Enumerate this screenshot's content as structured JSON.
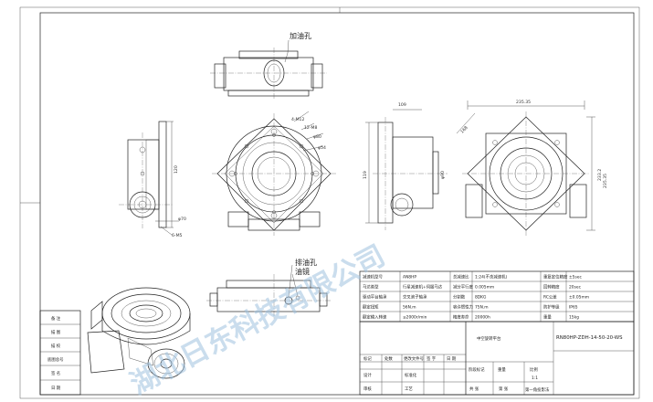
{
  "annotations": {
    "fill_hole": "加油孔",
    "drain_hole": "排油孔",
    "sight_glass": "油镜"
  },
  "dimensions": {
    "top": "109",
    "right_w1": "235.35",
    "right_w2": "233.2",
    "right_h1": "168",
    "right_h2": "235.35",
    "left_h1": "120",
    "left_h2": "φ70",
    "left_thread": "6-M5",
    "front_1": "4-M12",
    "front_2": "12-M8",
    "front_3": "φ80",
    "front_4": "φ54",
    "side_1": "119",
    "side_2": "φ90"
  },
  "spec_table": {
    "rows": [
      [
        "减速机型号",
        "AN8HP",
        "总减速比",
        "1:24(不含减速机)",
        "重复定位精度",
        "±5sec"
      ],
      [
        "马达类型",
        "行星减速机+伺服马达",
        "减分平行度",
        "0.005mm",
        "回转精度",
        "20sec"
      ],
      [
        "驱动平台轴承",
        "交叉滚子轴承",
        "分割数",
        "8DKG",
        "RC公差",
        "±0.05mm"
      ],
      [
        "额定扭矩",
        "56N.m",
        "容许惯性力",
        "75N.m",
        "防护等级",
        "IP65"
      ],
      [
        "额定输入转速",
        "≤2000r/min",
        "精度寿命",
        "20000h",
        "重量",
        "15kg"
      ]
    ]
  },
  "title_block": {
    "model": "RN80HP-ZDH-14-50-20-WS",
    "name": "中空旋转平台",
    "left_labels": [
      "备 注",
      "描 图",
      "描 校",
      "底图总号",
      "签 名",
      "日 期"
    ],
    "row1": [
      "标记",
      "处数",
      "更改文件号",
      "签 字",
      "日 期"
    ],
    "row2": [
      "设计",
      "",
      "标准化",
      "",
      "阶段标记",
      "重量",
      "比例"
    ],
    "row3": [
      "审核",
      "",
      "工艺",
      "",
      "共 张",
      "第 张"
    ],
    "scale": "1:1",
    "sheet": "第一角投影法"
  },
  "watermark": "湖北日东科技有限公司"
}
